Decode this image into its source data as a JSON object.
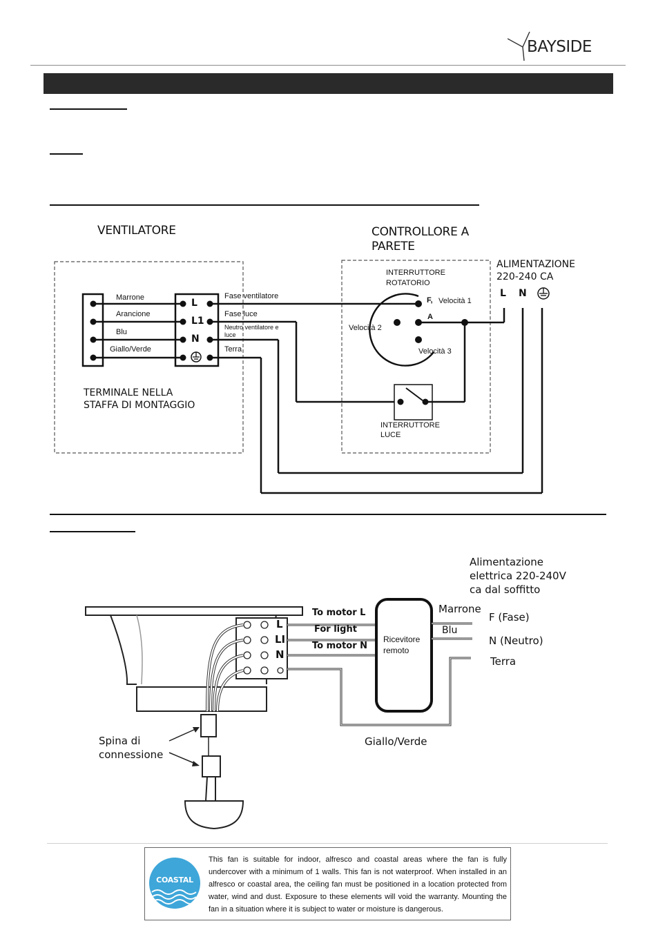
{
  "header": {
    "brand": "BAYSIDE"
  },
  "wiring_diagram": {
    "fan_title": "VENTILATORE",
    "controller_title_line1": "CONTROLLORE A",
    "controller_title_line2": "PARETE",
    "rotary_switch_line1": "INTERRUTTORE",
    "rotary_switch_line2": "ROTATORIO",
    "supply_line1": "ALIMENTAZIONE",
    "supply_line2": "220-240 CA",
    "supply_terminals": [
      "L",
      "N"
    ],
    "wire_colors": [
      "Marrone",
      "Arancione",
      "Blu",
      "Giallo/Verde"
    ],
    "fan_terminals": [
      "L",
      "L1",
      "N"
    ],
    "fan_feeds": [
      "Fase ventilatore",
      "Fase luce",
      "Neutro ventilatore e",
      "luce",
      "Terra"
    ],
    "speed_1": "Velocità 1",
    "speed_2": "Velocità 2",
    "speed_3": "Velocità 3",
    "switch_f": "F,",
    "switch_a": "A",
    "terminal_label_line1": "TERMINALE NELLA",
    "terminal_label_line2": "STAFFA DI MONTAGGIO",
    "light_switch_line1": "INTERRUTTORE",
    "light_switch_line2": "LUCE"
  },
  "remote_diagram": {
    "supply_line1": "Alimentazione",
    "supply_line2": "elettrica 220-240V",
    "supply_line3": "ca dal soffitto",
    "motor_l": "To motor L",
    "for_light": "For light",
    "motor_n": "To motor N",
    "terminal_l": "L",
    "terminal_li": "LI",
    "terminal_n": "N",
    "receiver_line1": "Ricevitore",
    "receiver_line2": "remoto",
    "brown": "Marrone",
    "blue": "Blu",
    "phase": "F (Fase)",
    "neutral": "N (Neutro)",
    "earth": "Terra",
    "yellow_green": "Giallo/Verde",
    "plug_line1": "Spina di",
    "plug_line2": "connessione"
  },
  "notice": {
    "badge": "COASTAL",
    "text": "This fan is suitable for indoor, alfresco and coastal areas where the fan is fully undercover with a minimum of 1 walls. This fan is not waterproof. When installed in an alfresco or coastal area, the ceiling fan must be positioned in a location protected from water, wind and dust. Exposure to these elements will void the warranty. Mounting the fan in a situation where it is subject to water or moisture is dangerous."
  },
  "colors": {
    "header_bar": "#2a2a2a",
    "coastal_badge": "#3ea6d9"
  }
}
